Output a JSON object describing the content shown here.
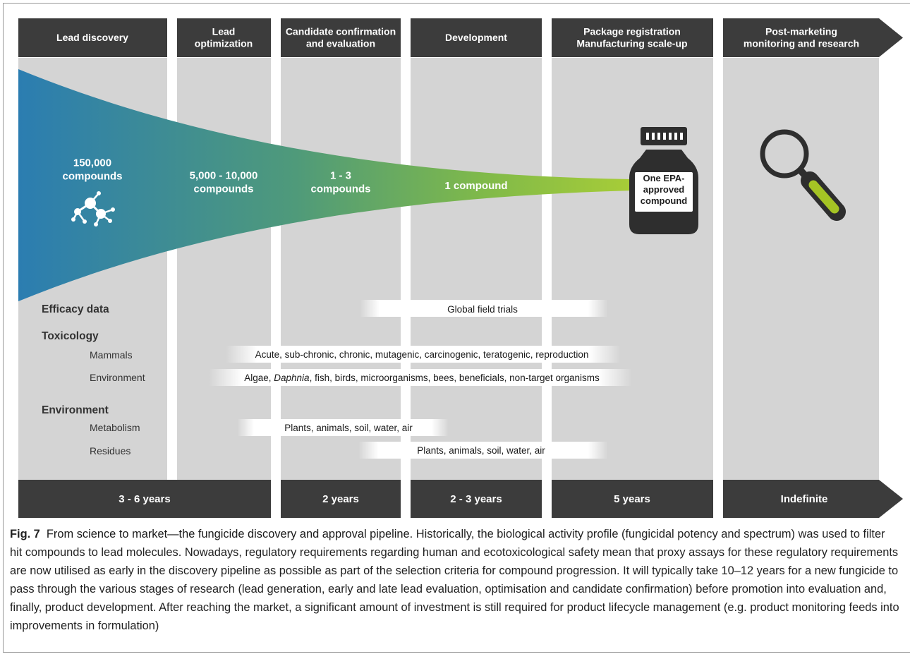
{
  "stages": [
    {
      "id": "lead-discovery",
      "lines": [
        "Lead discovery"
      ]
    },
    {
      "id": "lead-optimization",
      "lines": [
        "Lead",
        "optimization"
      ]
    },
    {
      "id": "candidate",
      "lines": [
        "Candidate confirmation",
        "and evaluation"
      ]
    },
    {
      "id": "development",
      "lines": [
        "Development"
      ]
    },
    {
      "id": "registration",
      "lines": [
        "Package registration",
        "Manufacturing scale-up"
      ]
    },
    {
      "id": "post-marketing",
      "lines": [
        "Post-marketing",
        "monitoring and research"
      ]
    }
  ],
  "durations": [
    "3 - 6 years",
    "2 years",
    "2 - 3 years",
    "5 years",
    "Indefinite"
  ],
  "funnel": {
    "counts": [
      {
        "lines": [
          "150,000",
          "compounds"
        ]
      },
      {
        "lines": [
          "5,000 - 10,000",
          "compounds"
        ]
      },
      {
        "lines": [
          "1 - 3",
          "compounds"
        ]
      },
      {
        "lines": [
          "1 compound"
        ]
      }
    ],
    "bottle_lines": [
      "One EPA-",
      "approved",
      "compound"
    ],
    "colors": {
      "start": "#2b7db1",
      "mid": "#5aa463",
      "end": "#a8cd37"
    }
  },
  "requirements": {
    "efficacy_label": "Efficacy data",
    "efficacy_band": "Global field trials",
    "toxicology_label": "Toxicology",
    "mammals_label": "Mammals",
    "mammals_text": "Acute, sub-chronic, chronic, mutagenic, carcinogenic, teratogenic, reproduction",
    "tox_env_label": "Environment",
    "tox_env_before": "Algae, ",
    "tox_env_italic": "Daphnia",
    "tox_env_after": ", fish, birds, microorganisms, bees, beneficials, non-target organisms",
    "environment_label": "Environment",
    "metabolism_label": "Metabolism",
    "metabolism_band": "Plants, animals, soil, water, air",
    "residues_label": "Residues",
    "residues_band": "Plants, animals, soil, water, air"
  },
  "icons": {
    "molecule": "molecule-icon",
    "bottle": "bottle-icon",
    "magnifier": "magnifying-glass-icon"
  },
  "palette": {
    "header": "#3c3c3c",
    "column": "#d4d4d4",
    "handle": "#a5c424"
  },
  "caption": {
    "label": "Fig. 7",
    "lead": "From science to market—the fungicide discovery and approval pipeline.",
    "body": " Historically, the biological activity profile (fungicidal potency and spectrum) was used to filter hit compounds to lead molecules. Nowadays, regulatory requirements regarding human and ecotoxicological safety mean that proxy assays for these regulatory requirements are now utilised as early in the discovery pipeline as possible as part of the selection criteria for compound progression. It will typically take 10–12 years for a new fungicide to pass through the various stages of research (lead generation, early and late lead evaluation, optimisation and candidate confirmation) before promotion into evaluation and, finally, product development. After reaching the market, a significant amount of investment is still required for product lifecycle management (e.g. product monitoring feeds into improvements in formulation)"
  }
}
